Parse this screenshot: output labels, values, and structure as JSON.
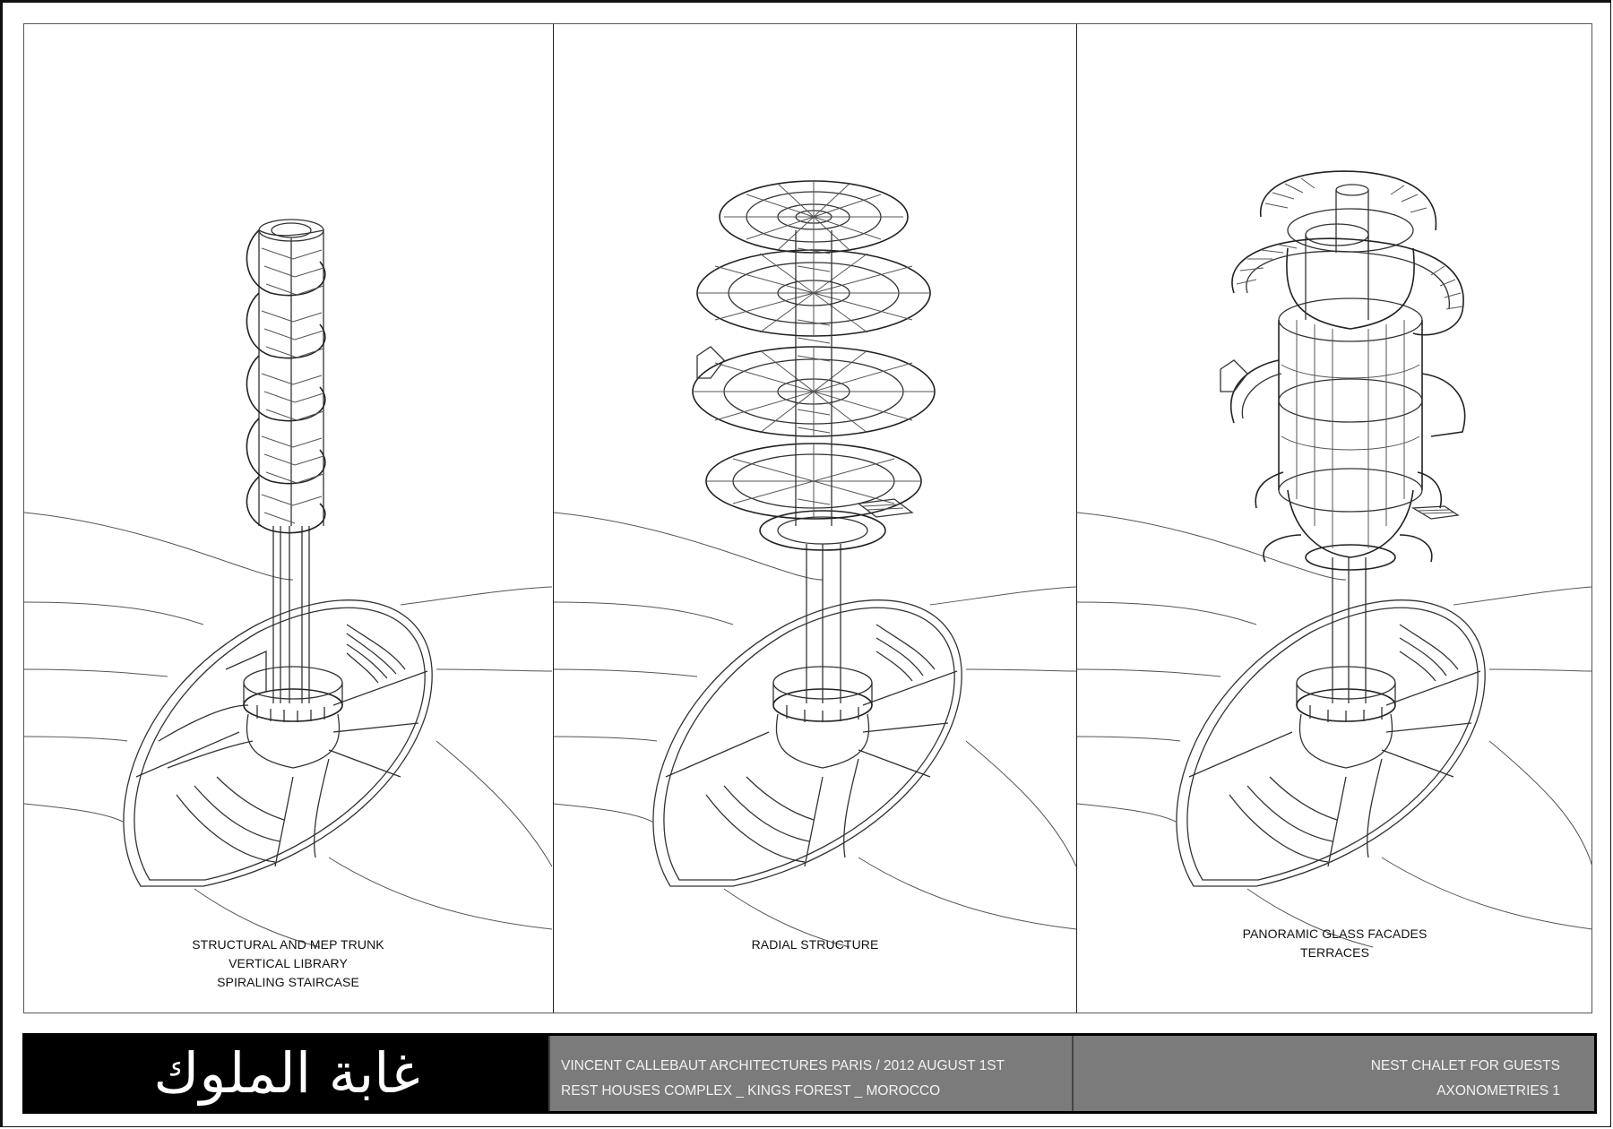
{
  "sheet": {
    "panels": [
      {
        "id": "trunk",
        "caption_lines": [
          "STRUCTURAL AND MEP TRUNK",
          "VERTICAL LIBRARY",
          "SPIRALING STAIRCASE"
        ]
      },
      {
        "id": "radial",
        "caption_lines": [
          "RADIAL STRUCTURE"
        ]
      },
      {
        "id": "facades",
        "caption_lines": [
          "PANORAMIC GLASS FACADES",
          "TERRACES"
        ]
      }
    ]
  },
  "title_block": {
    "arabic_title": "غابة الملوك",
    "office_line": "VINCENT CALLEBAUT ARCHITECTURES PARIS / 2012 AUGUST 1ST",
    "project_line": "REST HOUSES COMPLEX _ KINGS FOREST _ MOROCCO",
    "building_line": "NEST CHALET FOR GUESTS",
    "sheet_line": "AXONOMETRIES 1"
  },
  "colors": {
    "frame": "#111111",
    "logo_background": "#000000",
    "info_background": "#7b7b7b",
    "info_text": "#f2f2f2",
    "line_work": "#333333"
  }
}
